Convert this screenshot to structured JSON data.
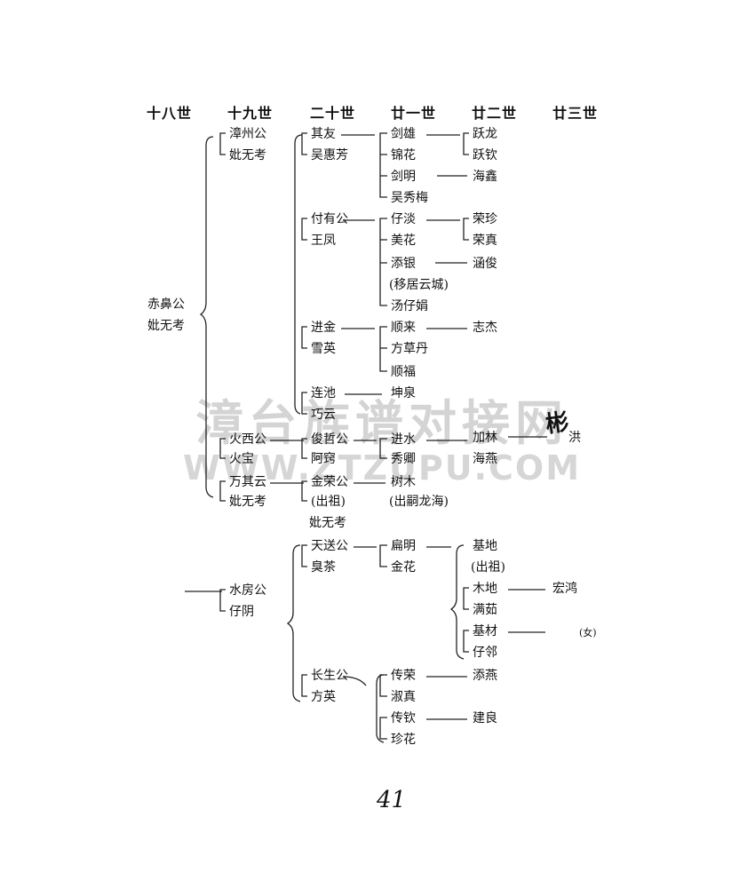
{
  "headers": [
    "十八世",
    "十九世",
    "二十世",
    "廿一世",
    "廿二世",
    "廿三世"
  ],
  "people": {
    "p01": "赤鼻公",
    "p02": "妣无考",
    "p03": "漳州公",
    "p04": "妣无考",
    "p05": "其友",
    "p06": "吴惠芳",
    "p07": "剑雄",
    "p08": "锦花",
    "p09": "剑明",
    "p10": "吴秀梅",
    "p11": "跃龙",
    "p12": "跃钦",
    "p13": "海鑫",
    "p14": "付有公",
    "p15": "王凤",
    "p16": "仔淡",
    "p17": "美花",
    "p18": "荣珍",
    "p19": "荣真",
    "p20": "添银",
    "p21": "(移居云城)",
    "p22": "汤仔娟",
    "p23": "涵俊",
    "p24": "进金",
    "p25": "雪英",
    "p26": "顺来",
    "p27": "方草丹",
    "p28": "顺福",
    "p29": "志杰",
    "p30": "连池",
    "p31": "巧云",
    "p32": "坤泉",
    "p33": "火西公",
    "p34": "火宝",
    "p35": "俊哲公",
    "p36": "阿窍",
    "p37": "进水",
    "p38": "秀卿",
    "p39": "加林",
    "p40": "海燕",
    "p41": "洪",
    "p42": "万其云",
    "p43": "妣无考",
    "p44": "金荣公",
    "p45": "(出祖)",
    "p46": "妣无考",
    "p47": "树木",
    "p48": "(出嗣龙海)",
    "p49": "水房公",
    "p50": "仔阴",
    "p51": "天送公",
    "p52": "臭茶",
    "p53": "扁明",
    "p54": "金花",
    "p55": "基地",
    "p56": "(出祖)",
    "p57": "木地",
    "p58": "满茹",
    "p59": "基材",
    "p60": "仔邻",
    "p61": "宏鸿",
    "p62": "(女)",
    "p63": "长生公",
    "p64": "方英",
    "p65": "传荣",
    "p66": "淑真",
    "p67": "传钦",
    "p68": "珍花",
    "p69": "添燕",
    "p70": "建良"
  },
  "watermark": {
    "cn": "漳台族谱对接网",
    "en": "WWW.ZTZUPU.COM"
  },
  "stamp": "彬",
  "page_number": "41"
}
